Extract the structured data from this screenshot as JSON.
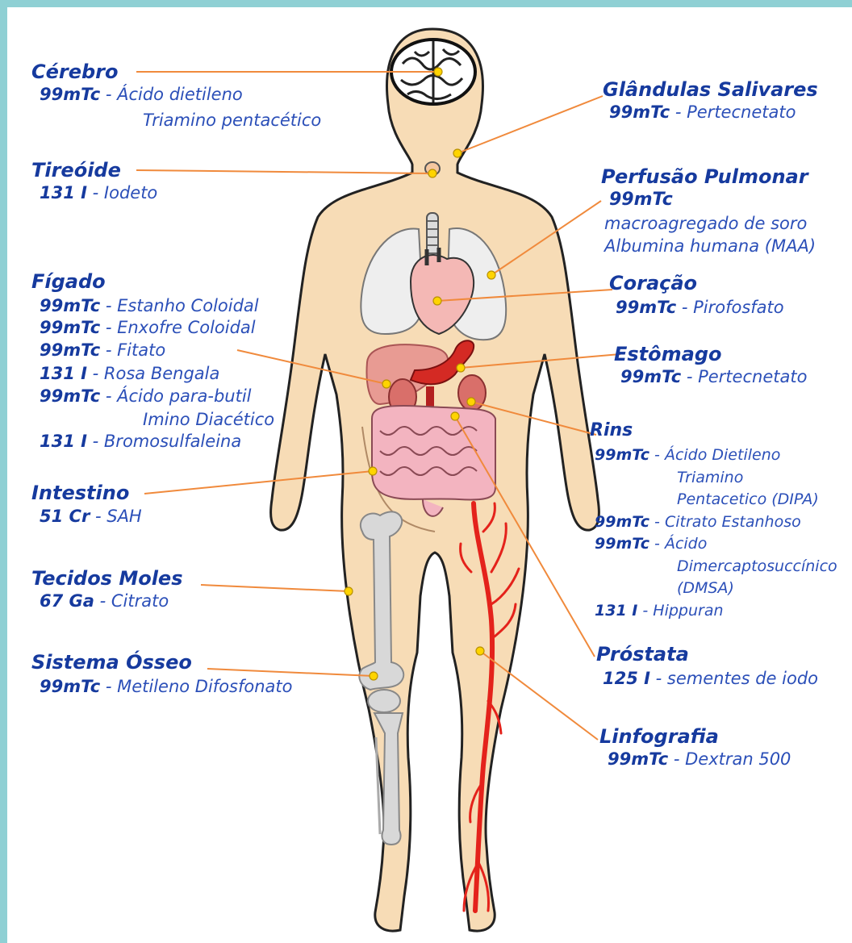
{
  "organs": {
    "cerebro": {
      "title": "Cérebro",
      "lines": [
        "99mTc - Ácido dietileno",
        "Triamino pentacético"
      ]
    },
    "tireoide": {
      "title": "Tireóide",
      "lines": [
        "131 I - Iodeto"
      ]
    },
    "figado": {
      "title": "Fígado",
      "lines": [
        "99mTc - Estanho Coloidal",
        "99mTc - Enxofre Coloidal",
        "99mTc - Fitato",
        "131 I   - Rosa Bengala",
        "99mTc - Ácido para-butil",
        "Imino Diacético",
        "131 I   - Bromosulfaleina"
      ]
    },
    "intestino": {
      "title": "Intestino",
      "lines": [
        "51 Cr - SAH"
      ]
    },
    "tecidos": {
      "title": "Tecidos Moles",
      "lines": [
        "67 Ga - Citrato"
      ]
    },
    "osseo": {
      "title": "Sistema Ósseo",
      "lines": [
        "99mTc - Metileno Difosfonato"
      ]
    },
    "salivares": {
      "title": "Glândulas Salivares",
      "lines": [
        "99mTc - Pertecnetato"
      ]
    },
    "pulmonar": {
      "title": "Perfusão Pulmonar",
      "lines": [
        "99mTc",
        "macroagregado de soro",
        "Albumina humana (MAA)"
      ]
    },
    "coracao": {
      "title": "Coração",
      "lines": [
        "99mTc - Pirofosfato"
      ]
    },
    "estomago": {
      "title": "Estômago",
      "lines": [
        "99mTc - Pertecnetato"
      ]
    },
    "rins": {
      "title": "Rins",
      "lines": [
        "99mTc - Ácido Dietileno",
        "Triamino",
        "Pentacetico (DIPA)",
        "99mTc - Citrato Estanhoso",
        "99mTc - Ácido",
        "Dimercaptosuccínico",
        "(DMSA)",
        "131 I   - Hippuran"
      ]
    },
    "prostata": {
      "title": "Próstata",
      "lines": [
        "125 I - sementes de iodo"
      ]
    },
    "linfografia": {
      "title": "Linfografia",
      "lines": [
        "99mTc - Dextran 500"
      ]
    }
  },
  "colors": {
    "frame": "#8fd0d4",
    "label": "#163a9e",
    "leader": "#f08a3c",
    "skin": "#f7dcb6",
    "artery": "#e4221b"
  }
}
